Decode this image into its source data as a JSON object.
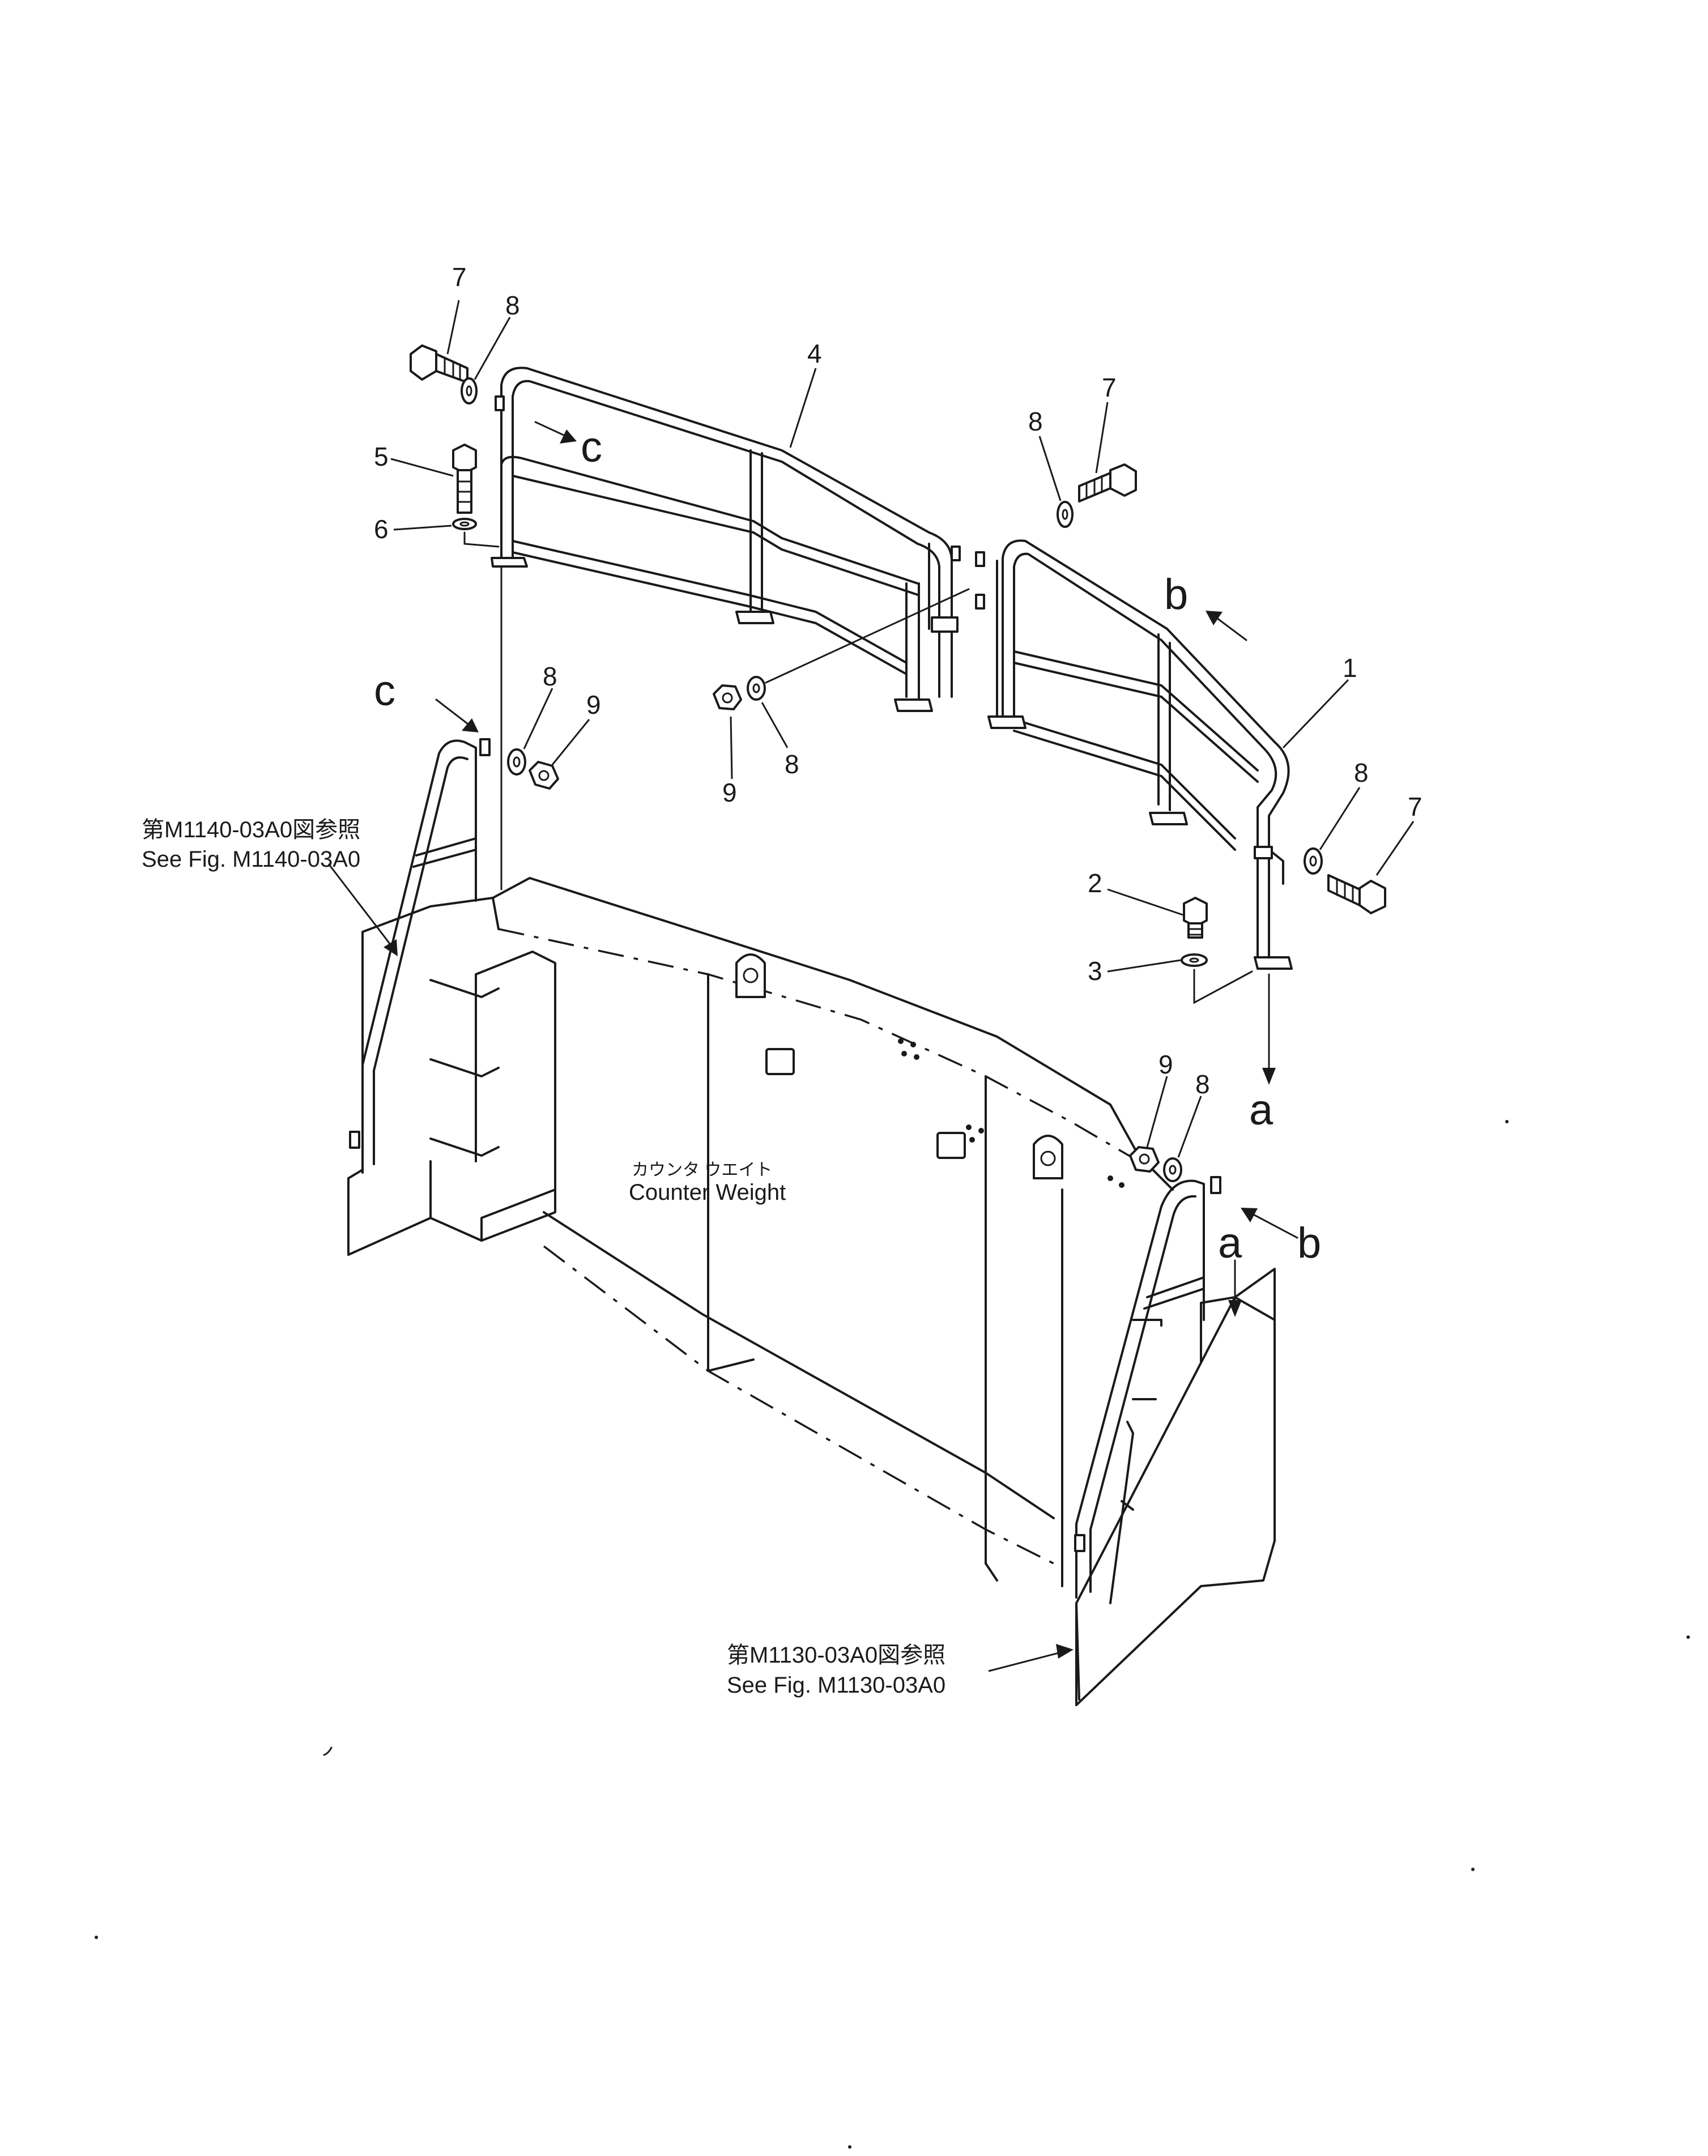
{
  "callouts": {
    "p7_tl": "7",
    "p8_tl": "8",
    "p5": "5",
    "p6": "6",
    "p4": "4",
    "p8_tr": "8",
    "p7_tr": "7",
    "p1": "1",
    "p8_r": "8",
    "p7_r": "7",
    "p2": "2",
    "p3": "3",
    "p8_ml": "8",
    "p9_ml": "9",
    "p9_mc": "9",
    "p8_mc": "8",
    "p9_br": "9",
    "p8_br": "8"
  },
  "view_letters": {
    "c_top": "c",
    "c_left": "c",
    "b_top": "b",
    "b_bottom": "b",
    "a_right": "a",
    "a_bottom": "a"
  },
  "references": {
    "left_jp": "第M1140-03A0図参照",
    "left_en": "See  Fig. M1140-03A0",
    "right_jp": "第M1130-03A0図参照",
    "right_en": "See  Fig. M1130-03A0"
  },
  "counterweight": {
    "label_jp": "カウンタ ウエイト",
    "label_en": "Counter Weight"
  }
}
